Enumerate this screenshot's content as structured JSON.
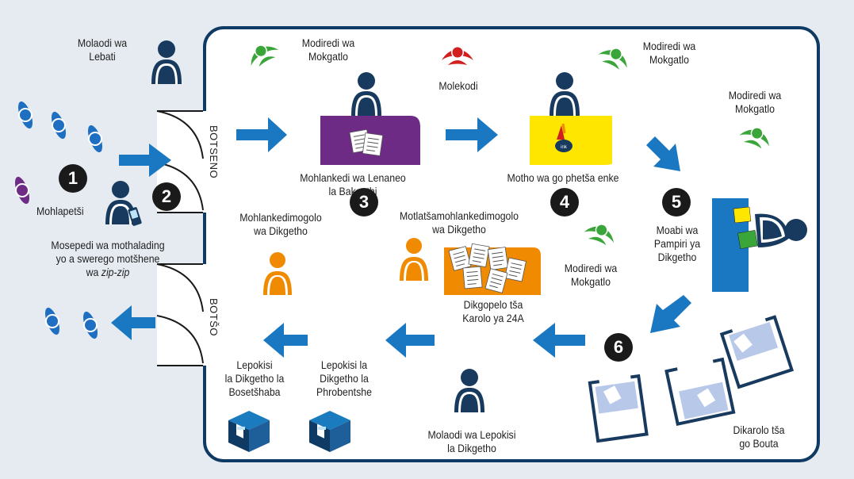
{
  "colors": {
    "frame": "#0f3a63",
    "arrow": "#1a78c2",
    "navy_person": "#173a5e",
    "orange_person": "#f08a00",
    "green_party": "#3aa63a",
    "red_party": "#d11f1f",
    "purple_desk": "#6d2b86",
    "yellow_desk": "#ffe600",
    "blue_voter": "#1e6fc2",
    "purple_voter": "#6d2b86",
    "background": "#e6ebf2"
  },
  "labels": {
    "molaodi_lebati": [
      "Molaodi wa",
      "Lebati"
    ],
    "mohlapetsi": "Mohlapetši",
    "mosepedi": [
      "Mosepedi wa mothalading",
      "yo a swerego motšhene"
    ],
    "mosepedi_line3_prefix": "wa ",
    "mosepedi_line3_italic": "zip-zip",
    "botseno": "BOTSENO",
    "botso": "BOTŠO",
    "modiredi_1": [
      "Modiredi wa",
      "Mokgatlo"
    ],
    "modiredi_2": [
      "Modiredi wa",
      "Mokgatlo"
    ],
    "modiredi_3": [
      "Modiredi wa",
      "Mokgatlo"
    ],
    "modiredi_4": [
      "Modiredi wa",
      "Mokgatlo"
    ],
    "molekodi": "Molekodi",
    "mohlankedi_lenaneo": [
      "Mohlankedi wa Lenaneo",
      "la Bakgethi"
    ],
    "motho_enke": "Motho wa go phetša enke",
    "moabi_pampiri": [
      "Moabi wa",
      "Pampiri ya",
      "Dikgetho"
    ],
    "mohlankedimogolo": [
      "Mohlankedimogolo",
      "wa Dikgetho"
    ],
    "motlatsa": [
      "Motlatšamohlankedimogolo",
      "wa Dikgetho"
    ],
    "dikgopelo": [
      "Dikgopelo tša",
      "Karolo ya 24A"
    ],
    "dikarolo": [
      "Dikarolo tša",
      "go Bouta"
    ],
    "molaodi_lepokisi": [
      "Molaodi wa Lepokisi",
      "la Dikgetho"
    ],
    "lepokisi_phrobentshe": [
      "Lepokisi la",
      "Dikgetho la",
      "Phrobentshe"
    ],
    "lepokisi_bosetshaba": [
      "Lepokisi",
      "la Dikgetho la",
      "Bosetšhaba"
    ]
  },
  "steps": [
    "1",
    "2",
    "3",
    "4",
    "5",
    "6"
  ],
  "ink_badge": "ink"
}
